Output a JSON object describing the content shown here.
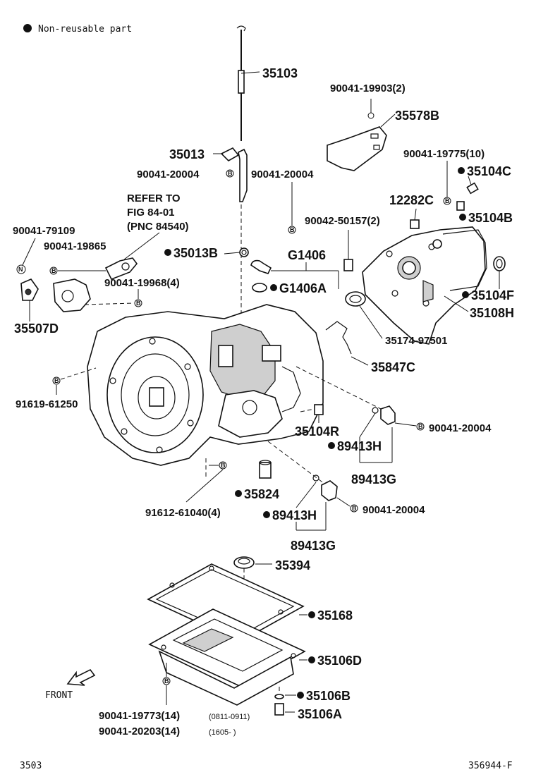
{
  "legend": {
    "symbol": "●",
    "text": "Non-reusable part"
  },
  "refer": {
    "line1": "REFER TO",
    "line2": "FIG 84-01",
    "line3": "(PNC 84540)"
  },
  "labels": {
    "p35103": "35103",
    "p90041_19903": "90041-19903(2)",
    "p35578B": "35578B",
    "p35013": "35013",
    "p90041_20004_a": "90041-20004",
    "p90041_20004_b": "90041-20004",
    "p90041_19775": "90041-19775(10)",
    "p35104C": "35104C",
    "p12282C": "12282C",
    "p35104B": "35104B",
    "p90042_50157": "90042-50157(2)",
    "p90041_79109": "90041-79109",
    "p90041_19865": "90041-19865",
    "p35013B": "35013B",
    "pG1406": "G1406",
    "pG1406A": "G1406A",
    "p90041_19968": "90041-19968(4)",
    "p35104F": "35104F",
    "p35108H": "35108H",
    "p35507D": "35507D",
    "p35174_97501": "35174-97501",
    "p35847C": "35847C",
    "p91619_61250": "91619-61250",
    "p35104R": "35104R",
    "p90041_20004_c": "90041-20004",
    "p89413H_a": "89413H",
    "p89413G_a": "89413G",
    "p35824": "35824",
    "p91612_61040": "91612-61040(4)",
    "p89413H_b": "89413H",
    "p90041_20004_d": "90041-20004",
    "p89413G_b": "89413G",
    "p35394": "35394",
    "p35168": "35168",
    "p35106D": "35106D",
    "p35106B": "35106B",
    "p35106A": "35106A",
    "p90041_19773": "90041-19773(14)",
    "p90041_19773_note": "(0811-0911)",
    "p90041_20203": "90041-20203(14)",
    "p90041_20203_note": "(1605-    )",
    "front": "FRONT"
  },
  "badges": {
    "b": "B",
    "n": "N"
  },
  "footer": {
    "left": "3503",
    "right": "356944-F"
  }
}
